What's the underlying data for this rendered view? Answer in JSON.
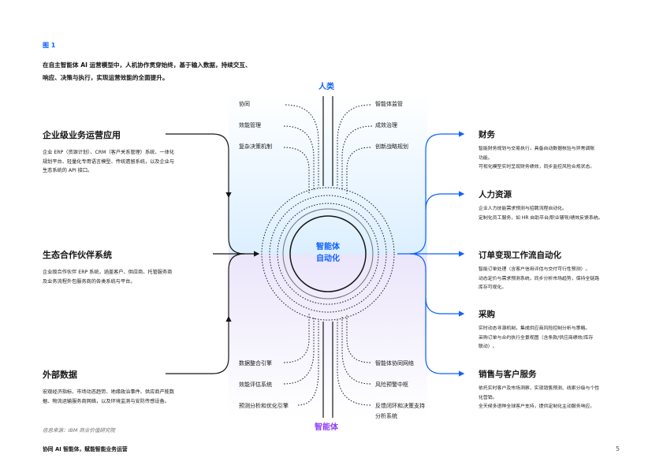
{
  "figure_label": "图 1",
  "caption_lines": [
    "在自主智能体 AI 运营模型中，人机协作贯穿始终，基于输入数据，持续交互、",
    "响应、决策与执行，实现运营效能的全面提升。"
  ],
  "human_label": "人类",
  "agent_label": "智能体",
  "hub_lines": [
    "智能体",
    "自动化"
  ],
  "top_left_items": [
    "协同",
    "效能管理",
    "复杂决策机制"
  ],
  "top_right_items": [
    "智能体监管",
    "成效治理",
    "创新战略规划"
  ],
  "bottom_left_items": [
    "数据整合引擎",
    "效能评估系统",
    "预测分析和优化引擎"
  ],
  "bottom_right_items": [
    "智能体协同网络",
    "风险预警中枢",
    "反馈闭环和决策支持",
    "分析系统"
  ],
  "left_blocks": [
    {
      "title": "企业级业务运营应用",
      "desc": [
        "企业 ERP（资源计划）、CRM（客户关系管理）系统、一体化",
        "规划平台、轻量化专用语言模型、传统遗留系统，以及企业与",
        "生态系统的 API 接口。"
      ]
    },
    {
      "title": "生态合作伙伴系统",
      "desc": [
        "企业级合作伙伴 ERP 系统，涵盖客户、供应商、托管服务商",
        "及业务流程外包服务商的各类系统与平台。"
      ]
    },
    {
      "title": "外部数据",
      "desc": [
        "宏观经济指标、市场动态趋势、地缘政治事件、供应商产能数",
        "据、物流运输服务商网络，以及环境监测与安防传感设备。"
      ]
    }
  ],
  "right_blocks": [
    {
      "title": "财务",
      "desc": [
        "智能财务规划与交易执行，具备自动数据核验与异常调账",
        "功能。",
        "可视化模型实时呈现财务绩效，同步监控风险合规状态。"
      ]
    },
    {
      "title": "人力资源",
      "desc": [
        "企业人力技能需求预测与招聘流程自动化。",
        "定制化员工服务，如 HR 自助平台/职业辅导/绩效反馈系统。"
      ]
    },
    {
      "title": "订单变现工作流自动化",
      "desc": [
        "智能订单处理（含客户信用评估与交付可行性预测）。",
        "动态定价与需求预测系统，同步分析市场趋势，保持全链路",
        "库存可视化。"
      ]
    },
    {
      "title": "采购",
      "desc": [
        "实时动态寻源机制，集成供应商风险控制分析与策略。",
        "采购订单与合约执行全景视图（含条款/供应商绩效/库存",
        "联动）。"
      ]
    },
    {
      "title": "销售与客户服务",
      "desc": [
        "依托实时客户及市场洞察，实现销售预测、线索分级与个性",
        "化营销。",
        "全天候多语种全球客户支持，提供定制化主动服务响应。"
      ]
    }
  ],
  "source": "信息来源：IBM 商业价值研究院",
  "footer": "协同 AI 智能体，赋能智能业务运营",
  "page_number": "5",
  "colors": {
    "accent": "#0f62fe",
    "agent": "#8a3ffc",
    "human_bg": "#e5f3fd",
    "agent_bg": "#eeeafb"
  }
}
